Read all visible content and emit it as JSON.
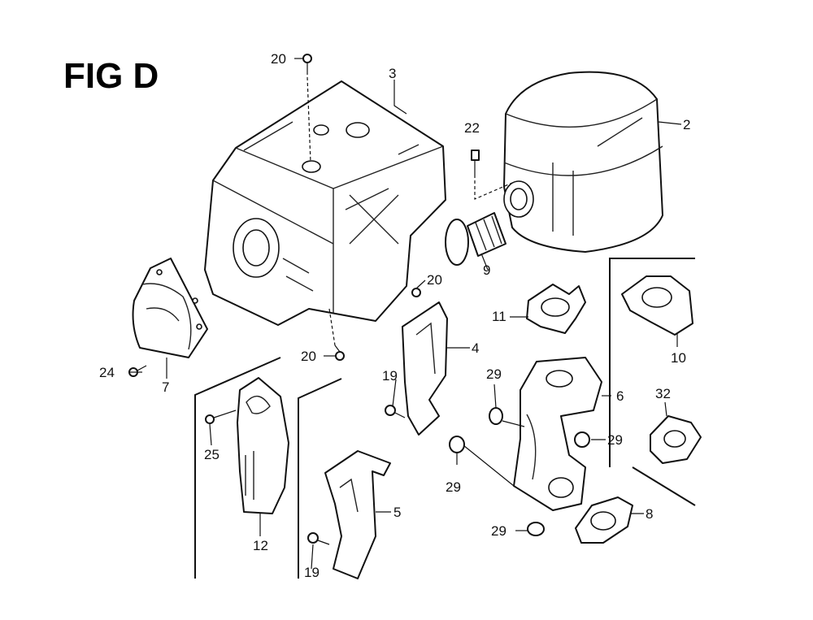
{
  "figure": {
    "title": "FIG D"
  },
  "callouts": {
    "c2": "2",
    "c3": "3",
    "c4": "4",
    "c5": "5",
    "c6": "6",
    "c7": "7",
    "c8": "8",
    "c9": "9",
    "c10": "10",
    "c11": "11",
    "c12": "12",
    "c19a": "19",
    "c19b": "19",
    "c20a": "20",
    "c20b": "20",
    "c20c": "20",
    "c22": "22",
    "c24": "24",
    "c25": "25",
    "c29a": "29",
    "c29b": "29",
    "c29c": "29",
    "c29d": "29",
    "c32": "32"
  }
}
